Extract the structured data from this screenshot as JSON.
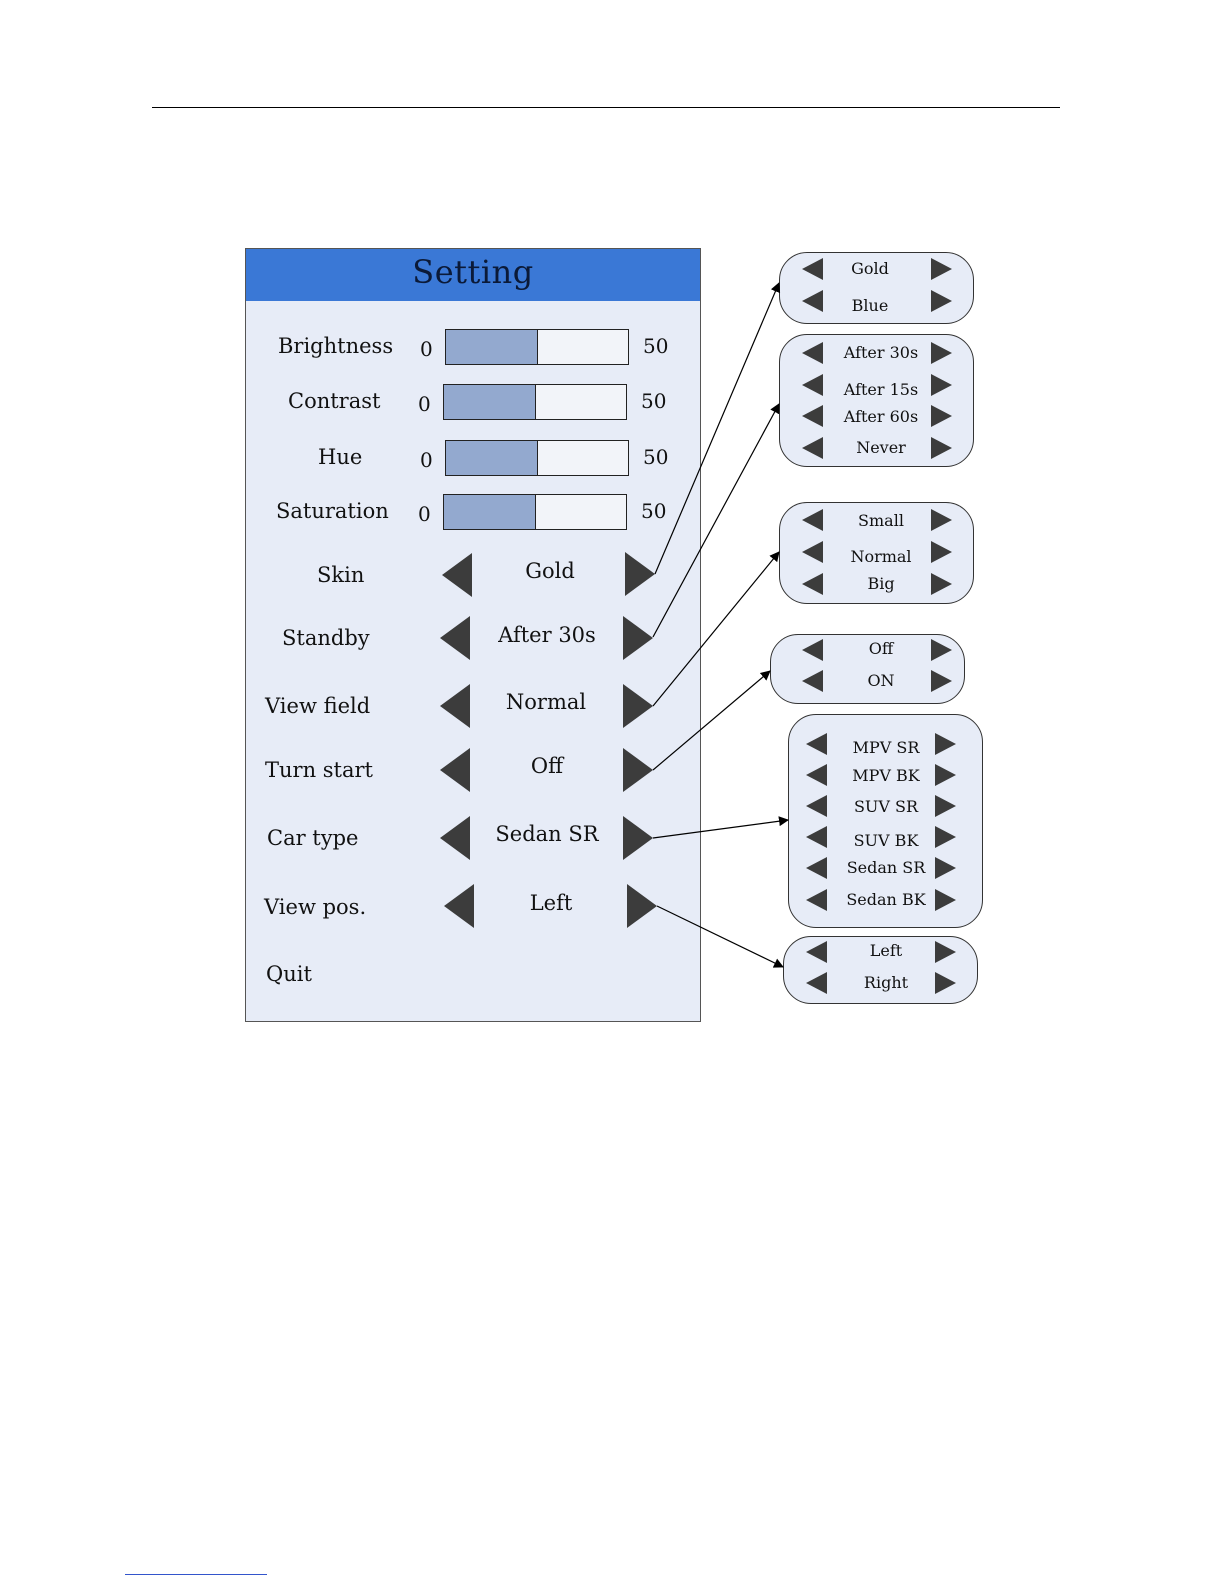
{
  "setting": {
    "title": "Setting",
    "sliders": [
      {
        "label": "Brightness",
        "min": "0",
        "max": "50",
        "level": 0.5
      },
      {
        "label": "Contrast",
        "min": "0",
        "max": "50",
        "level": 0.5
      },
      {
        "label": "Hue",
        "min": "0",
        "max": "50",
        "level": 0.5
      },
      {
        "label": "Saturation",
        "min": "0",
        "max": "50",
        "level": 0.5
      }
    ],
    "items": [
      {
        "label": "Skin",
        "value": "Gold"
      },
      {
        "label": "Standby",
        "value": "After 30s"
      },
      {
        "label": "View field",
        "value": "Normal"
      },
      {
        "label": "Turn start",
        "value": "Off"
      },
      {
        "label": "Car type",
        "value": "Sedan SR"
      },
      {
        "label": "View pos.",
        "value": "Left"
      }
    ],
    "quit": "Quit"
  },
  "option_groups": [
    {
      "options": [
        "Gold",
        "Blue"
      ]
    },
    {
      "options": [
        "After 30s",
        "After 15s",
        "After 60s",
        "Never"
      ]
    },
    {
      "options": [
        "Small",
        "Normal",
        "Big"
      ]
    },
    {
      "options": [
        "Off",
        "ON"
      ]
    },
    {
      "options": [
        "MPV SR",
        "MPV BK",
        "SUV SR",
        "SUV BK",
        "Sedan SR",
        "Sedan BK"
      ]
    },
    {
      "options": [
        "Left",
        "Right"
      ]
    }
  ],
  "colors": {
    "header": "#3a78d6",
    "panel": "#e7ecf7",
    "slider_fill": "#93a9cf",
    "arrow": "#3c3c3c"
  }
}
